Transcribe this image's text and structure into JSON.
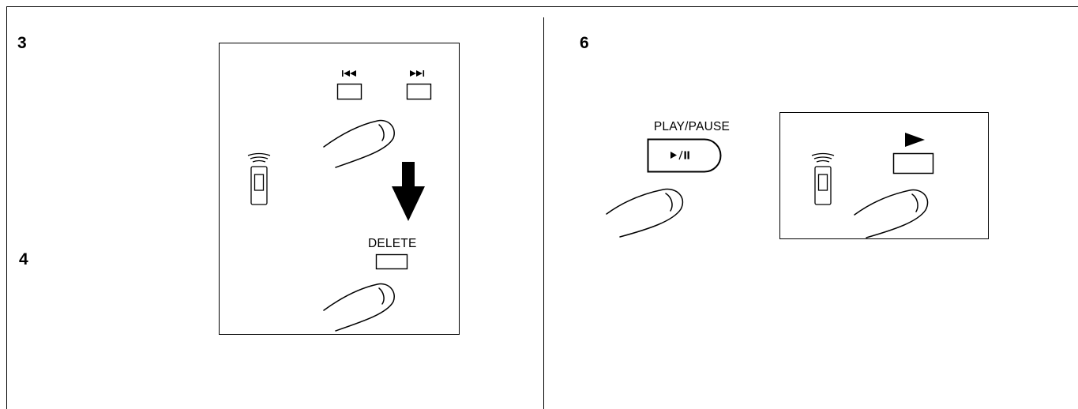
{
  "left_panel": {
    "step_numbers": [
      "3",
      "4"
    ],
    "delete_label": "DELETE",
    "icons": [
      "skip-back-icon",
      "skip-forward-icon",
      "remote-control-icon",
      "down-arrow-icon",
      "finger-icon"
    ]
  },
  "right_panel": {
    "step_number": "6",
    "play_pause_label": "PLAY/PAUSE",
    "icons": [
      "play-pause-icon",
      "play-icon",
      "remote-control-icon",
      "finger-icon"
    ]
  },
  "colors": {
    "ink": "#000000",
    "background": "#ffffff"
  }
}
